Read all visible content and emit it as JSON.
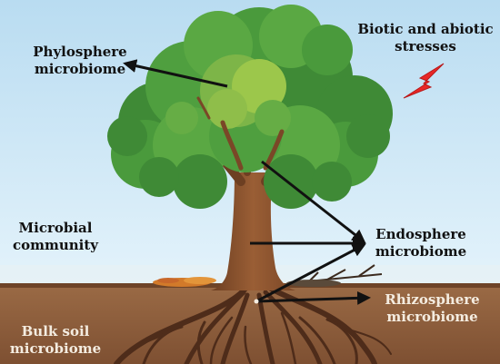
{
  "labels": {
    "phylosphere": {
      "line1": "Phylosphere",
      "line2": "microbiome"
    },
    "stresses": {
      "line1": "Biotic and abiotic",
      "line2": "stresses"
    },
    "microbial_community": {
      "line1": "Microbial",
      "line2": "community"
    },
    "endosphere": {
      "line1": "Endosphere",
      "line2": "microbiome"
    },
    "rhizosphere": {
      "line1": "Rhizosphere",
      "line2": "microbiome"
    },
    "bulk_soil": {
      "line1": "Bulk soil",
      "line2": "microbiome"
    }
  },
  "colors": {
    "sky": "#c9e6f6",
    "soil": "#8a5a3a",
    "roots": "#4e2c1a",
    "trunk": "#8a5330",
    "leaves_dark": "#3f8a36",
    "leaves_mid": "#5aa843",
    "leaves_light": "#9cc74b",
    "lightning": "#e82727",
    "arrow": "#111111"
  }
}
